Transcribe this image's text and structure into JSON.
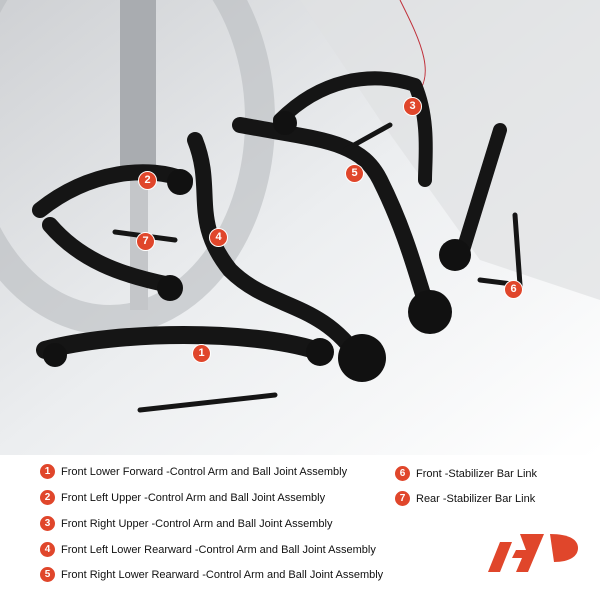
{
  "legend": [
    {
      "num": "1",
      "label": "Front Lower Forward -Control Arm and Ball Joint Assembly"
    },
    {
      "num": "2",
      "label": "Front Left Upper -Control Arm and Ball Joint Assembly"
    },
    {
      "num": "3",
      "label": "Front Right Upper -Control Arm and Ball Joint Assembly"
    },
    {
      "num": "4",
      "label": "Front Left Lower Rearward -Control Arm and Ball Joint Assembly"
    },
    {
      "num": "5",
      "label": "Front Right Lower Rearward -Control Arm and Ball Joint Assembly"
    },
    {
      "num": "6",
      "label": "Front -Stabilizer Bar Link"
    },
    {
      "num": "7",
      "label": "Rear -Stabilizer Bar Link"
    }
  ],
  "brand": {
    "logo": "A-Premium logo",
    "color": "#e0462b"
  },
  "colors": {
    "accent": "#e0462b",
    "parts": "#151515",
    "background": "#e9eaec"
  }
}
